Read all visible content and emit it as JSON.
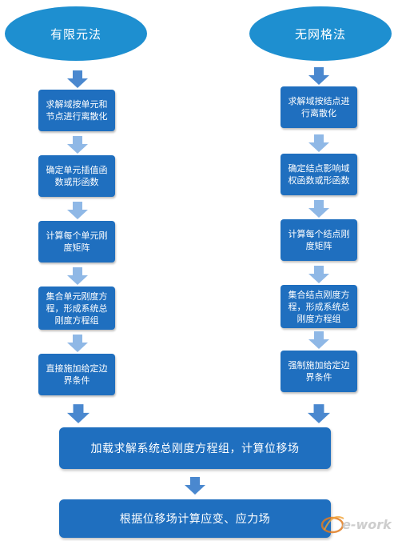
{
  "left_column": {
    "title": "有限元法",
    "steps": [
      "求解域按单元和\n节点进行离散化",
      "确定单元插值函\n数或形函数",
      "计算每个单元刚\n度矩阵",
      "集合单元刚度方\n程，形成系统总\n刚度方程组",
      "直接施加给定边\n界条件"
    ]
  },
  "right_column": {
    "title": "无网格法",
    "steps": [
      "求解域按结点进\n行离散化",
      "确定结点影响域\n权函数或形函数",
      "计算每个结点刚\n度矩阵",
      "集合结点刚度方\n程，形成系统总\n刚度方程组",
      "强制施加给定边\n界条件"
    ]
  },
  "merged_steps": {
    "solve": "加载求解系统总刚度方程组，计算位移场",
    "compute": "根据位移场计算应变、应力场"
  },
  "watermark": {
    "text": "e-works"
  },
  "colors": {
    "ellipse": "#1e8fd0",
    "box": "#1f6fbf",
    "arrow_light": "#8fb8e6",
    "arrow_dark": "#4a88cf"
  }
}
